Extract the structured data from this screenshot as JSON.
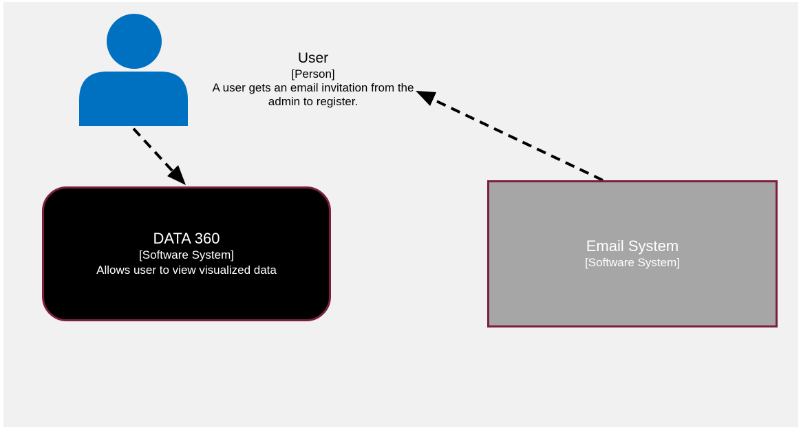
{
  "user": {
    "icon": "person-icon",
    "color": "#0070c0",
    "title": "User",
    "type": "[Person]",
    "description": "A user gets an email invitation from the admin to register."
  },
  "data360": {
    "title": "DATA 360",
    "type": "[Software System]",
    "description": "Allows user to view visualized data",
    "fill": "#000000",
    "border": "#7b1f3a"
  },
  "email_system": {
    "title": "Email System",
    "type": "[Software System]",
    "fill": "#a6a6a6",
    "border": "#7b1f3a"
  },
  "relationships": [
    {
      "from": "user",
      "to": "data360",
      "style": "dashed"
    },
    {
      "from": "email_system",
      "to": "user",
      "style": "dashed"
    }
  ]
}
